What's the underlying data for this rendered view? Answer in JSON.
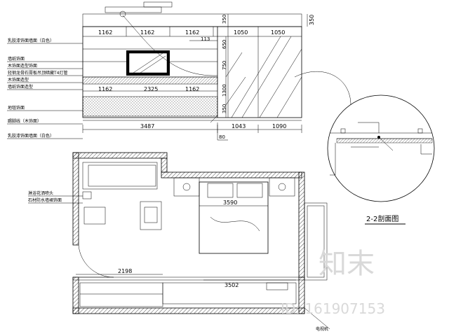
{
  "elevation": {
    "top_dims": [
      "1162",
      "1162",
      "1162",
      "1050",
      "1050"
    ],
    "mid_dims": [
      "1162",
      "2325",
      "1162"
    ],
    "bottom_dims": [
      "3487",
      "1043",
      "1090"
    ],
    "right_vertical_dims": [
      "350",
      "650",
      "750",
      "1300",
      "350"
    ],
    "far_right_dim": "350",
    "small_left_dim": "113",
    "bottom_small": "80",
    "left_labels": [
      "乳胶漆饰面墙面（白色）",
      "墙纸饰面",
      "木饰面造型饰面",
      "轻钢龙骨石膏板吊顶暗藏T4灯管",
      "木饰面造型",
      "墙纸饰面造型",
      "地毯饰面",
      "踢脚线（木饰面）",
      "乳胶漆饰面墙面（白色）"
    ]
  },
  "section": {
    "title": "2-2剖面图"
  },
  "plan": {
    "labels": [
      "淋浴花洒喷头",
      "石材防水墙裙饰面"
    ],
    "bed_dim": "3590",
    "wardrobe_width": "2198",
    "desk_dim": "3502",
    "bottom_right_label": "电视机"
  },
  "watermark": {
    "brand": "知末",
    "id": "ID: 161907153"
  }
}
